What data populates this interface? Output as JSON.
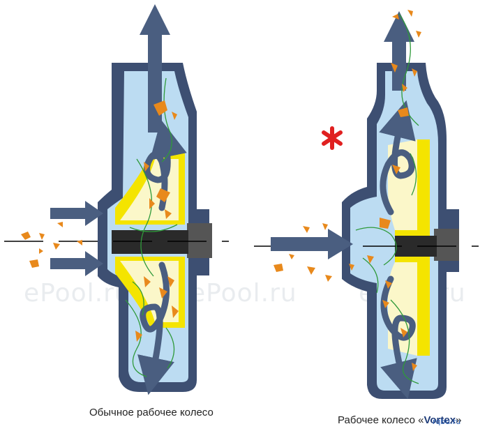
{
  "watermark": "ePool.ru",
  "captions": {
    "standard": "Обычное рабочее колесо",
    "vortex_prefix": "Рабочее колесо «",
    "vortex_brand": "Vortex",
    "vortex_suffix": "»"
  },
  "site_logo": "rqbu.ru",
  "colors": {
    "housing": "#3d4f72",
    "fluid": "#bcdcf2",
    "impeller": "#f4e400",
    "impeller_light": "#fbf7c9",
    "shaft": "#2a2a2a",
    "flow_arrow": "#4a5e80",
    "debris": "#e8891c",
    "fiber": "#2f9a3a",
    "highlight_star": "#e02020"
  }
}
